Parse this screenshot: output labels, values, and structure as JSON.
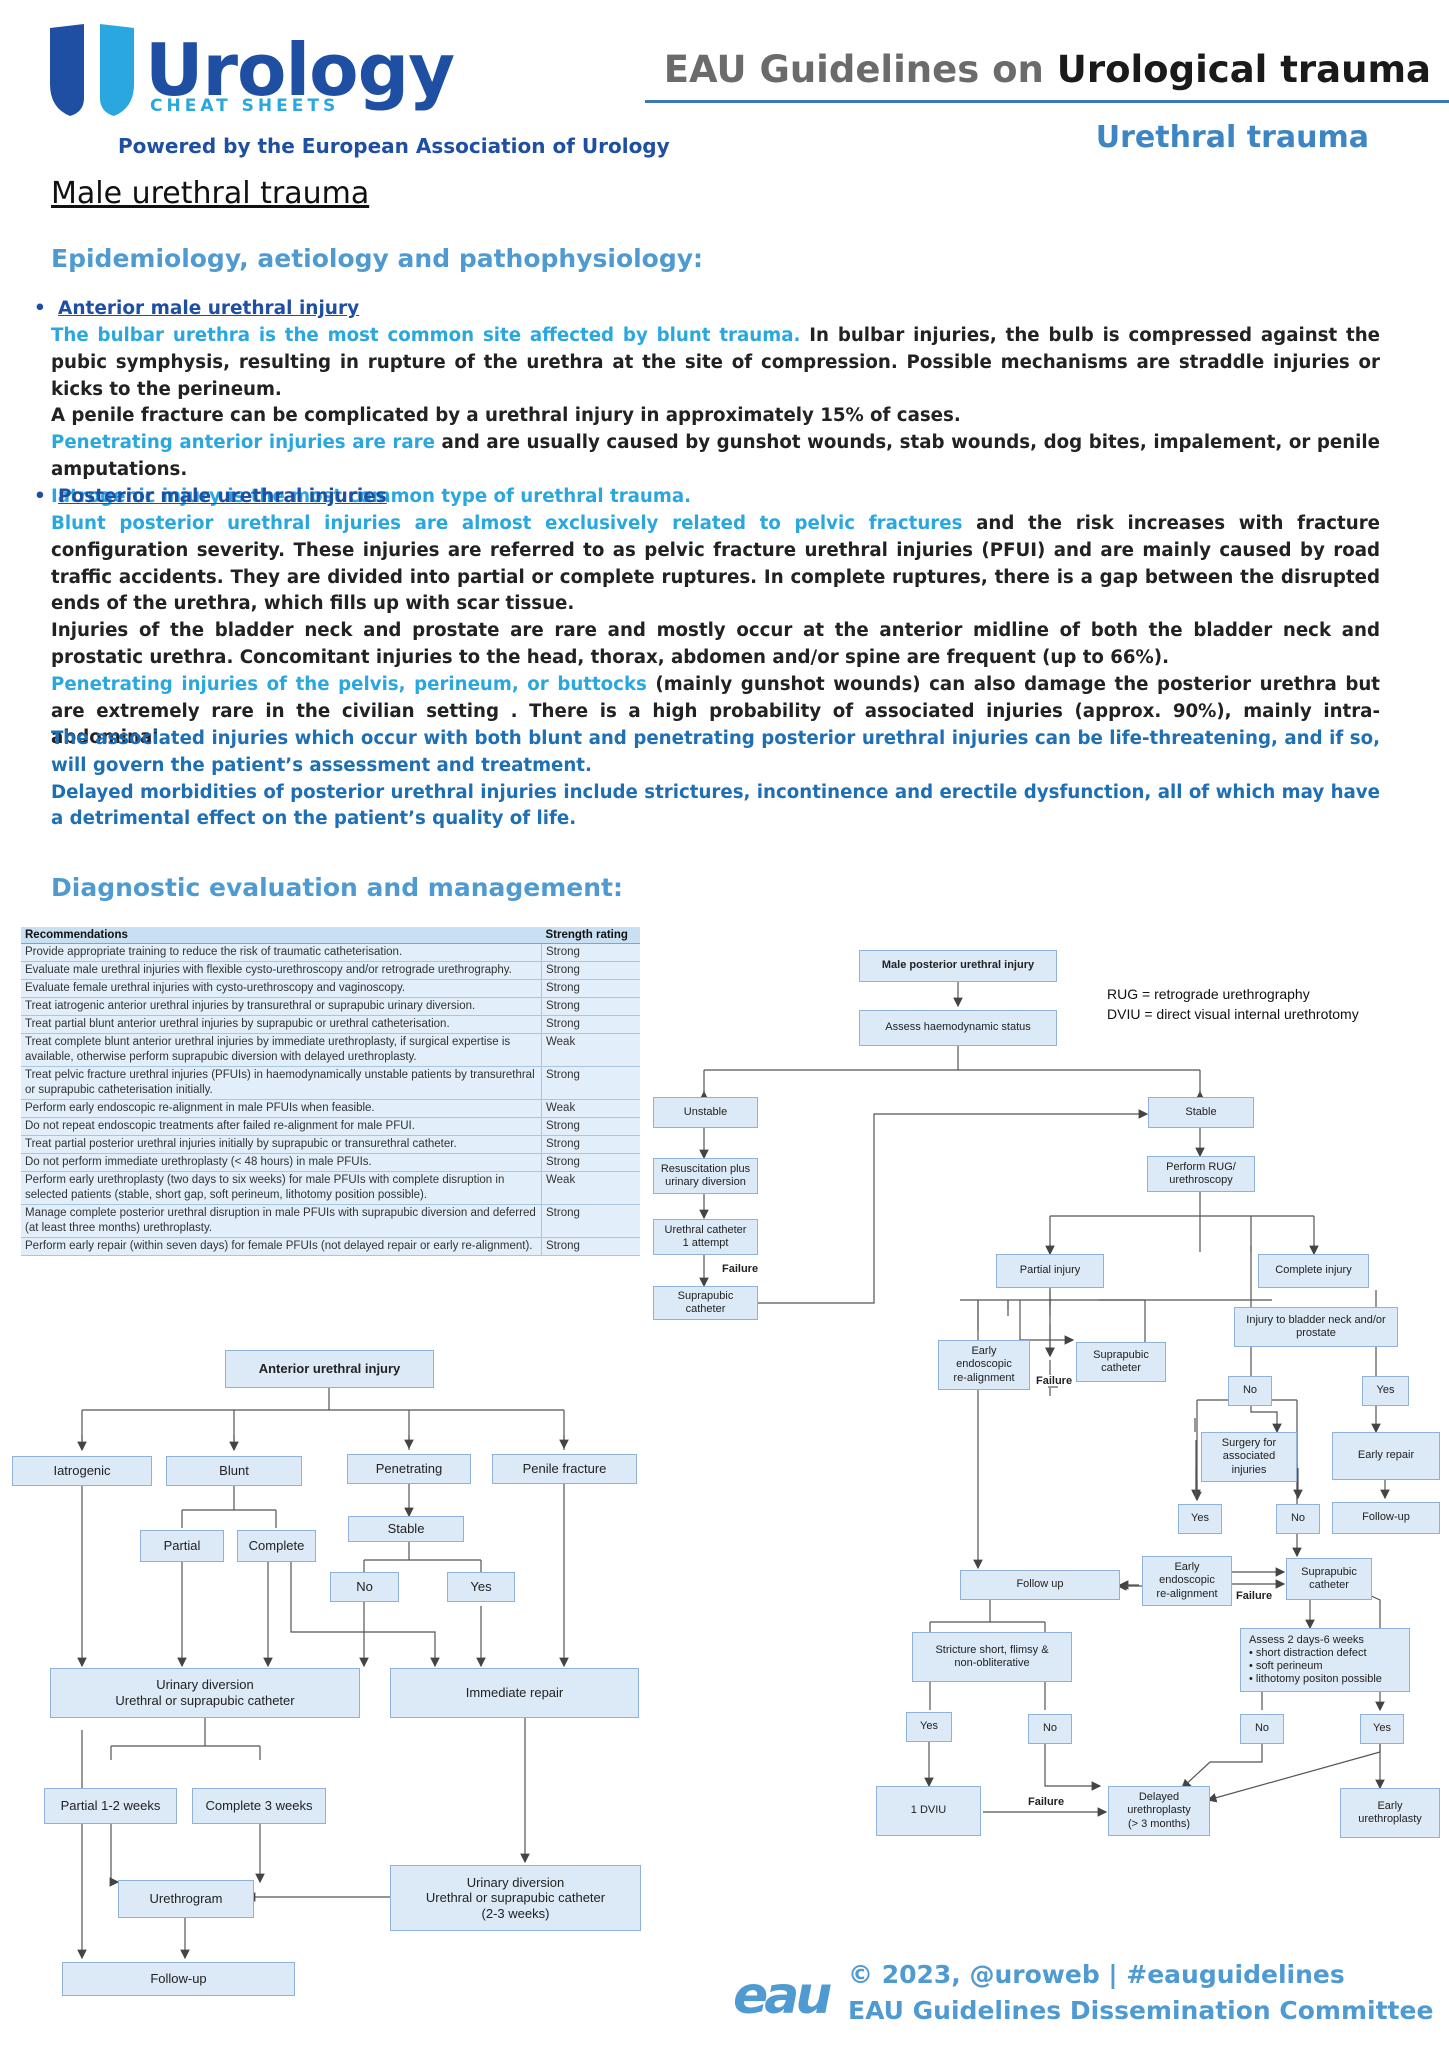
{
  "header": {
    "logo_word": "Urology",
    "logo_sub": "CHEAT SHEETS",
    "powered_by": "Powered by the European Association of Urology",
    "title_prefix": "EAU Guidelines on ",
    "title_bold": "Urological trauma",
    "subtitle": "Urethral trauma"
  },
  "section_title": "Male urethral trauma",
  "epi": {
    "heading": "Epidemiology, aetiology and pathophysiology:",
    "anterior_bullet": "Anterior male urethral injury",
    "ant_l1_blue": "The bulbar urethra is the most common site affected by blunt trauma.",
    "ant_l1_rest": " In bulbar injuries, the bulb is compressed against the pubic symphysis, resulting in rupture of the urethra at the site of compression. Possible mechanisms are straddle injuries or kicks to the perineum.",
    "ant_l2": "A penile fracture can be complicated by a urethral injury in approximately 15% of cases.",
    "ant_l3_blue": "Penetrating anterior injuries are rare",
    "ant_l3_rest": " and are usually caused by gunshot wounds, stab wounds, dog bites, impalement, or penile amputations.",
    "ant_l4_blue": "Iatrogenic injury is the most common type of urethral trauma.",
    "posterior_bullet": "Posterior male urethral injuries",
    "post_p1_blue": "Blunt posterior urethral injuries are almost exclusively related to pelvic fractures",
    "post_p1_rest": " and the risk increases with fracture configuration severity. These injuries are referred to as pelvic fracture urethral injuries (PFUI) and are mainly caused by road traffic accidents. They are divided into partial or complete ruptures. In complete ruptures, there is a gap between the disrupted ends of the urethra, which fills up with scar tissue.",
    "post_p2": "Injuries of the bladder neck and prostate are rare and mostly occur at the anterior midline of both the bladder neck and prostatic urethra. Concomitant injuries to the head, thorax, abdomen and/or spine are frequent (up to 66%).",
    "post_p3_blue": "Penetrating injuries of the pelvis, perineum, or buttocks",
    "post_p3_rest": " (mainly gunshot wounds) can also damage the posterior urethra but are extremely rare in the civilian setting . There is a high probability of associated injuries (approx. 90%), mainly intra-abdominal",
    "assoc_1": "The associated injuries which occur with both blunt and penetrating posterior urethral injuries can be life-threatening, and if so, will govern the patient’s assessment and treatment.",
    "assoc_2": "Delayed morbidities of posterior urethral injuries include strictures, incontinence and erectile dysfunction, all of which may have a detrimental effect on the patient’s quality of life."
  },
  "diag_heading": "Diagnostic evaluation and management:",
  "table": {
    "col1": "Recommendations",
    "col2": "Strength rating",
    "rows": [
      {
        "r": "Provide appropriate training to reduce the risk of traumatic catheterisation.",
        "s": "Strong"
      },
      {
        "r": "Evaluate male urethral injuries with flexible cysto-urethroscopy and/or retrograde urethrography.",
        "s": "Strong"
      },
      {
        "r": "Evaluate female urethral injuries with cysto-urethroscopy and vaginoscopy.",
        "s": "Strong"
      },
      {
        "r": "Treat iatrogenic anterior urethral injuries by transurethral or suprapubic urinary diversion.",
        "s": "Strong"
      },
      {
        "r": "Treat partial blunt anterior urethral injuries by suprapubic or urethral catheterisation.",
        "s": "Strong"
      },
      {
        "r": "Treat complete blunt anterior urethral injuries by immediate urethroplasty, if surgical expertise is available, otherwise perform suprapubic diversion with delayed urethroplasty.",
        "s": "Weak"
      },
      {
        "r": "Treat pelvic fracture urethral injuries (PFUIs) in haemodynamically unstable patients by transurethral or suprapubic catheterisation initially.",
        "s": "Strong"
      },
      {
        "r": "Perform early endoscopic re-alignment in male PFUIs when feasible.",
        "s": "Weak"
      },
      {
        "r": "Do not repeat endoscopic treatments after failed re-alignment for male PFUI.",
        "s": "Strong"
      },
      {
        "r": "Treat partial posterior urethral injuries initially by suprapubic or transurethral catheter.",
        "s": "Strong"
      },
      {
        "r": "Do not perform immediate urethroplasty (< 48 hours) in male PFUIs.",
        "s": "Strong"
      },
      {
        "r": "Perform early urethroplasty (two days to six weeks) for male PFUIs with complete disruption in selected patients (stable, short gap, soft perineum, lithotomy position possible).",
        "s": "Weak"
      },
      {
        "r": "Manage complete posterior urethral disruption in male PFUIs with suprapubic diversion and deferred (at least three months) urethroplasty.",
        "s": "Strong"
      },
      {
        "r": "Perform early repair (within seven days) for female PFUIs (not delayed repair or early re-alignment).",
        "s": "Strong"
      }
    ]
  },
  "anterior_flow": {
    "root": "Anterior urethral injury",
    "iatrogenic": "Iatrogenic",
    "blunt": "Blunt",
    "penetrating": "Penetrating",
    "penile": "Penile fracture",
    "partial": "Partial",
    "complete": "Complete",
    "stable": "Stable",
    "no": "No",
    "yes": "Yes",
    "urinary_div_1": "Urinary diversion",
    "urinary_div_2": "Urethral or suprapubic catheter",
    "immediate": "Immediate repair",
    "partial_wk": "Partial 1-2 weeks",
    "complete_wk": "Complete 3 weeks",
    "urethrogram": "Urethrogram",
    "urinary_div2_1": "Urinary diversion",
    "urinary_div2_2": "Urethral or suprapubic catheter",
    "urinary_div2_3": "(2-3 weeks)",
    "followup": "Follow-up"
  },
  "posterior_flow": {
    "root": "Male posterior urethral injury",
    "assess": "Assess haemodynamic status",
    "legend_1": "RUG = retrograde urethrography",
    "legend_2": "DVIU = direct visual internal urethrotomy",
    "unstable": "Unstable",
    "stable": "Stable",
    "resus_1": "Resuscitation plus",
    "resus_2": "urinary diversion",
    "cath_1": "Urethral catheter",
    "cath_2": "1 attempt",
    "failure": "Failure",
    "supra_1": "Suprapubic",
    "supra_2": "catheter",
    "rug_1": "Perform RUG/",
    "rug_2": "urethroscopy",
    "partial": "Partial injury",
    "complete": "Complete injury",
    "early_1": "Early",
    "early_2": "endoscopic",
    "early_3": "re-alignment",
    "bladder_1": "Injury to bladder neck and/or",
    "bladder_2": "prostate",
    "no": "No",
    "yes": "Yes",
    "surgery_1": "Surgery for",
    "surgery_2": "associated",
    "surgery_3": "injuries",
    "early_repair": "Early repair",
    "followup_dash": "Follow-up",
    "follow_up": "Follow up",
    "stricture_1": "Stricture short, flimsy &",
    "stricture_2": "non-obliterative",
    "assess2_title": "Assess 2 days-6 weeks",
    "assess2_b1": "short distraction defect",
    "assess2_b2": "soft perineum",
    "assess2_b3": "lithotomy positon possible",
    "dviu": "1 DVIU",
    "delayed_1": "Delayed",
    "delayed_2": "urethroplasty",
    "delayed_3": "(> 3 months)",
    "early_ureth_1": "Early",
    "early_ureth_2": "urethroplasty"
  },
  "footer": {
    "logo": "eau",
    "line1": "© 2023, @uroweb | #eauguidelines",
    "line2": "EAU Guidelines Dissemination Committee"
  },
  "colors": {
    "brand_dark": "#1f4fa3",
    "brand_light": "#2aa7df",
    "heading": "#4f9bd1",
    "box_fill": "#dce9f6"
  }
}
